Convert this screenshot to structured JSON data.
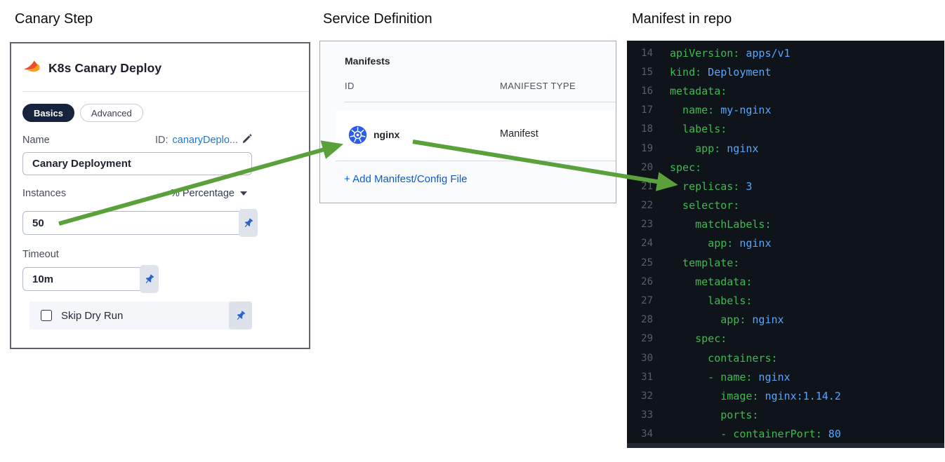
{
  "titles": {
    "left": "Canary Step",
    "middle": "Service Definition",
    "right": "Manifest in repo"
  },
  "canary_panel": {
    "header": "K8s Canary Deploy",
    "tabs": [
      {
        "label": "Basics",
        "active": true
      },
      {
        "label": "Advanced",
        "active": false
      }
    ],
    "name_field": {
      "label": "Name",
      "id_prefix": "ID:",
      "id_link": "canaryDeplo...",
      "value": "Canary Deployment"
    },
    "instances_field": {
      "label": "Instances",
      "unit_selector": "% Percentage",
      "value": "50"
    },
    "timeout_field": {
      "label": "Timeout",
      "value": "10m"
    },
    "skip_dry_run": {
      "label": "Skip Dry Run",
      "checked": false
    }
  },
  "service_panel": {
    "section_title": "Manifests",
    "columns": [
      "ID",
      "MANIFEST TYPE"
    ],
    "rows": [
      {
        "id": "nginx",
        "manifest_type": "Manifest",
        "icon": "kubernetes-icon"
      }
    ],
    "add_link": "+ Add Manifest/Config File"
  },
  "code_panel": {
    "language": "yaml",
    "lines": [
      [
        14,
        0,
        0,
        "apiVersion:",
        "apps/v1"
      ],
      [
        15,
        0,
        0,
        "kind:",
        "Deployment"
      ],
      [
        16,
        0,
        0,
        "metadata:",
        ""
      ],
      [
        17,
        2,
        0,
        "name:",
        "my-nginx"
      ],
      [
        18,
        2,
        0,
        "labels:",
        ""
      ],
      [
        19,
        4,
        0,
        "app:",
        "nginx"
      ],
      [
        20,
        0,
        0,
        "spec:",
        ""
      ],
      [
        21,
        2,
        0,
        "replicas:",
        "3"
      ],
      [
        22,
        2,
        0,
        "selector:",
        ""
      ],
      [
        23,
        4,
        0,
        "matchLabels:",
        ""
      ],
      [
        24,
        6,
        0,
        "app:",
        "nginx"
      ],
      [
        25,
        2,
        0,
        "template:",
        ""
      ],
      [
        26,
        4,
        0,
        "metadata:",
        ""
      ],
      [
        27,
        6,
        0,
        "labels:",
        ""
      ],
      [
        28,
        8,
        0,
        "app:",
        "nginx"
      ],
      [
        29,
        4,
        0,
        "spec:",
        ""
      ],
      [
        30,
        6,
        0,
        "containers:",
        ""
      ],
      [
        31,
        6,
        1,
        "name:",
        "nginx"
      ],
      [
        32,
        8,
        0,
        "image:",
        "nginx:1.14.2"
      ],
      [
        33,
        8,
        0,
        "ports:",
        ""
      ],
      [
        34,
        8,
        1,
        "containerPort:",
        "80"
      ]
    ]
  },
  "colors": {
    "yaml_key": "#3fb950",
    "yaml_value": "#58a6ff",
    "code_background": "#0f141b",
    "arrow_green": "#5aa13c",
    "link_blue": "#0b5cd0",
    "id_link_blue": "#1f78d4",
    "pin_blue": "#2a62c9",
    "tab_active_navy": "#15233d",
    "kubernetes_blue": "#2c5de5",
    "canary_orange": "#ee4d2a",
    "canary_amber": "#f9a11b"
  }
}
